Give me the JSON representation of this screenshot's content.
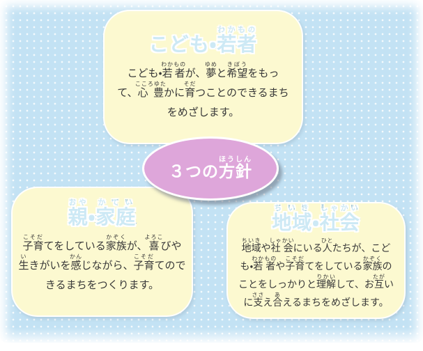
{
  "colors": {
    "background_blue": "#c3e2f4",
    "dot_white": "#ffffff",
    "box_yellow": "#fcf9d0",
    "badge_pink": "#dea6da",
    "title_teal_outline": "#2b6e94",
    "title_light_fill": "#cde9f5",
    "body_text": "#383838",
    "badge_text": "#ffffff"
  },
  "center_badge": {
    "label": [
      {
        "t": "３つの"
      },
      {
        "t": "方針",
        "r": "ほうしん"
      }
    ]
  },
  "boxes": [
    {
      "id": "youth",
      "title": [
        {
          "t": "こども・"
        },
        {
          "t": "若者",
          "r": "わかもの"
        }
      ],
      "body": [
        {
          "t": "こども・"
        },
        {
          "t": "若者",
          "r": "わかもの"
        },
        {
          "t": "が、"
        },
        {
          "t": "夢",
          "r": "ゆめ"
        },
        {
          "t": "と"
        },
        {
          "t": "希望",
          "r": "きぼう"
        },
        {
          "t": "をもっ"
        },
        {
          "br": true
        },
        {
          "t": "て、"
        },
        {
          "t": "心豊",
          "r": "こころゆた"
        },
        {
          "t": "かに"
        },
        {
          "t": "育",
          "r": "そだ"
        },
        {
          "t": "つことのできるまち"
        },
        {
          "br": true
        },
        {
          "t": "をめざします。"
        }
      ]
    },
    {
      "id": "family",
      "title": [
        {
          "t": "親",
          "r": "おや"
        },
        {
          "t": "・"
        },
        {
          "t": "家庭",
          "r": "かてい"
        }
      ],
      "body": [
        {
          "t": "子育",
          "r": "こそだ"
        },
        {
          "t": "てをしている"
        },
        {
          "t": "家族",
          "r": "かぞく"
        },
        {
          "t": "が、"
        },
        {
          "t": "喜",
          "r": "よろこ"
        },
        {
          "t": "びや"
        },
        {
          "br": true
        },
        {
          "t": "生",
          "r": "い"
        },
        {
          "t": "きがいを"
        },
        {
          "t": "感",
          "r": "かん"
        },
        {
          "t": "じながら、"
        },
        {
          "t": "子育",
          "r": "こそだ"
        },
        {
          "t": "てので"
        },
        {
          "br": true
        },
        {
          "t": "きるまちをつくります。"
        }
      ]
    },
    {
      "id": "community",
      "title": [
        {
          "t": "地域",
          "r": "ちいき"
        },
        {
          "t": "・"
        },
        {
          "t": "社会",
          "r": "しゃかい"
        }
      ],
      "body": [
        {
          "t": "地域",
          "r": "ちいき"
        },
        {
          "t": "や"
        },
        {
          "t": "社会",
          "r": "しゃかい"
        },
        {
          "t": "にいる"
        },
        {
          "t": "人",
          "r": "ひと"
        },
        {
          "t": "たちが、こど"
        },
        {
          "br": true
        },
        {
          "t": "も・"
        },
        {
          "t": "若者",
          "r": "わかもの"
        },
        {
          "t": "や"
        },
        {
          "t": "子育",
          "r": "こそだ"
        },
        {
          "t": "てをしている"
        },
        {
          "t": "家族",
          "r": "かぞく"
        },
        {
          "t": "の"
        },
        {
          "br": true
        },
        {
          "t": "ことをしっかりと"
        },
        {
          "t": "理解",
          "r": "りかい"
        },
        {
          "t": "して、お"
        },
        {
          "t": "互",
          "r": "たが"
        },
        {
          "t": "い"
        },
        {
          "br": true
        },
        {
          "t": "に"
        },
        {
          "t": "支",
          "r": "ささ"
        },
        {
          "t": "え"
        },
        {
          "t": "合",
          "r": "あ"
        },
        {
          "t": "えるまちをめざします。"
        }
      ]
    }
  ]
}
